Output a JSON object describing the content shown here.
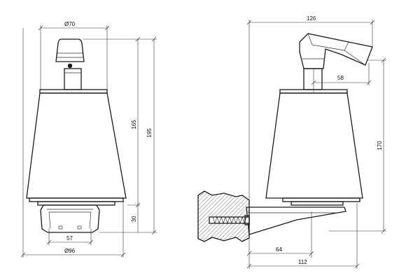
{
  "front_view": {
    "top_diameter": "Ø70",
    "height_inner": "165",
    "height_total": "195",
    "base_height": "30",
    "base_width": "57",
    "bottom_diameter": "Ø96"
  },
  "side_view": {
    "total_depth": "126",
    "spout_offset": "58",
    "mount_height": "170",
    "bracket_depth": "64",
    "wall_projection": "112"
  },
  "colors": {
    "line": "#1a1a1a",
    "hatch": "#555555"
  }
}
